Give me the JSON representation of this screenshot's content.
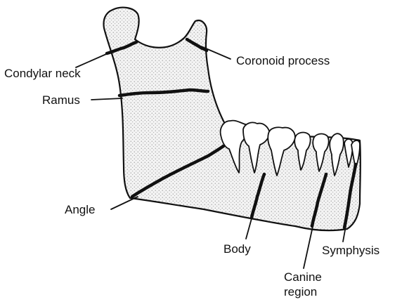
{
  "colors": {
    "outline": "#111111",
    "fracture": "#111111",
    "bone_fill": "#f2f2f2",
    "stipple": "#7a7a7a",
    "tooth_fill": "#ffffff",
    "background": "#ffffff"
  },
  "diagram": {
    "labels": {
      "condylar_neck": "Condylar neck",
      "coronoid_process": "Coronoid process",
      "ramus": "Ramus",
      "angle": "Angle",
      "body": "Body",
      "canine_region_line1": "Canine",
      "canine_region_line2": "region",
      "symphysis": "Symphysis"
    }
  }
}
